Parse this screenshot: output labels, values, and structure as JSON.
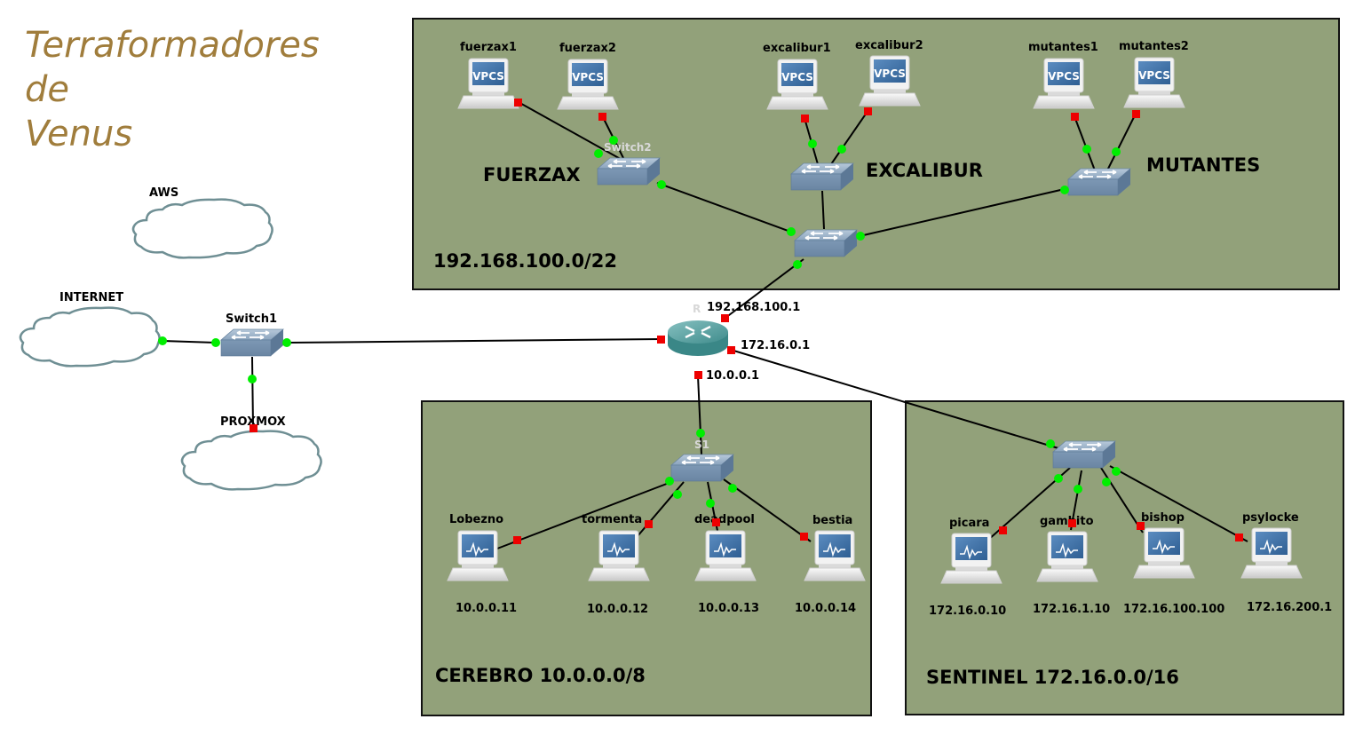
{
  "title": {
    "line1": "Terraformadores",
    "line2": "de",
    "line3": "Venus",
    "color": "#a07d3c"
  },
  "zones": {
    "top": {
      "label": "192.168.100.0/22"
    },
    "cerebro": {
      "label": "CEREBRO 10.0.0.0/8"
    },
    "sentinel": {
      "label": "SENTINEL 172.16.0.0/16"
    },
    "fill_color": "#92a17a"
  },
  "groups": {
    "fuerzax": "FUERZAX",
    "excalibur": "EXCALIBUR",
    "mutantes": "MUTANTES"
  },
  "clouds": {
    "aws": "AWS",
    "internet": "INTERNET",
    "proxmox": "PROXMOX"
  },
  "switches": {
    "switch1": "Switch1",
    "switch2_ghost": "Switch2",
    "s1_ghost": "S1"
  },
  "router": {
    "label": "R",
    "ip_top": "192.168.100.1",
    "ip_right": "172.16.0.1",
    "ip_bottom": "10.0.0.1"
  },
  "vpcs": [
    {
      "name": "fuerzax1",
      "screen": "VPCS"
    },
    {
      "name": "fuerzax2",
      "screen": "VPCS"
    },
    {
      "name": "excalibur1",
      "screen": "VPCS"
    },
    {
      "name": "excalibur2",
      "screen": "VPCS"
    },
    {
      "name": "mutantes1",
      "screen": "VPCS"
    },
    {
      "name": "mutantes2",
      "screen": "VPCS"
    }
  ],
  "cerebro_hosts": [
    {
      "name": "Lobezno",
      "ip": "10.0.0.11"
    },
    {
      "name": "tormenta",
      "ip": "10.0.0.12"
    },
    {
      "name": "deadpool",
      "ip": "10.0.0.13"
    },
    {
      "name": "bestia",
      "ip": "10.0.0.14"
    }
  ],
  "sentinel_hosts": [
    {
      "name": "picara",
      "ip": "172.16.0.10"
    },
    {
      "name": "gambito",
      "ip": "172.16.1.10"
    },
    {
      "name": "bishop",
      "ip": "172.16.100.100"
    },
    {
      "name": "psylocke",
      "ip": "172.16.200.1"
    }
  ],
  "port_colors": {
    "up": "#00ee00",
    "down": "#ee0000"
  }
}
